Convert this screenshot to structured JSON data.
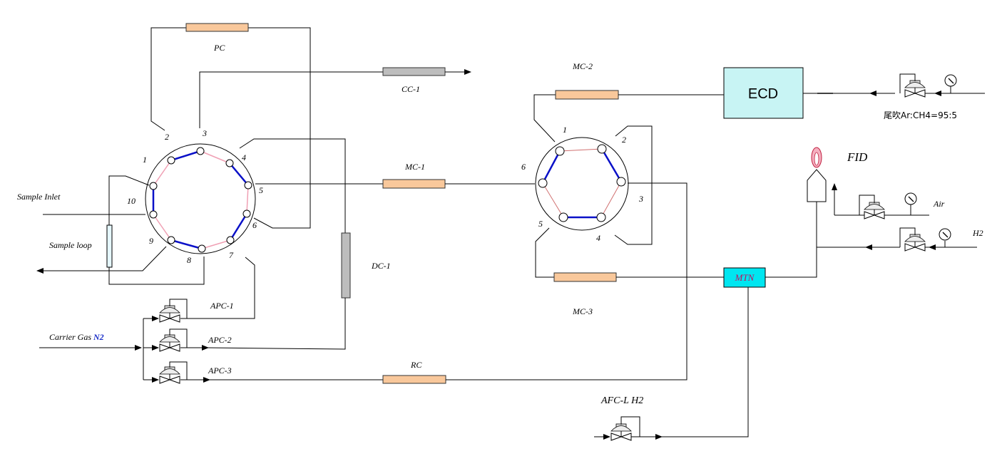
{
  "labels": {
    "pc": "PC",
    "cc1": "CC-1",
    "mc1": "MC-1",
    "mc2": "MC-2",
    "mc3": "MC-3",
    "dc1": "DC-1",
    "rc": "RC",
    "ecd": "ECD",
    "tail_purge": "尾吹Ar:CH4=95:5",
    "fid": "FID",
    "air": "Air",
    "h2": "H2",
    "mtn": "MTN",
    "afc": "AFC-L  H2",
    "sample_inlet": "Sample Inlet",
    "sample_loop": "Sample loop",
    "carrier_gas": "Carrier Gas ",
    "carrier_gas_n2": "N2",
    "apc1": "APC-1",
    "apc2": "APC-2",
    "apc3": "APC-3"
  },
  "valve10_ports": [
    "1",
    "2",
    "3",
    "4",
    "5",
    "6",
    "7",
    "8",
    "9",
    "10"
  ],
  "valve6_ports": [
    "1",
    "2",
    "3",
    "4",
    "5",
    "6"
  ],
  "colors": {
    "column_fill": "#f9c89b",
    "dc_fill": "#bdbdbd",
    "ecd_fill": "#c8f4f4",
    "mtn_fill": "#00e6f0",
    "blue_link": "#0a10c8",
    "pink_link": "#f0a0b4",
    "red_link": "#d07070"
  }
}
